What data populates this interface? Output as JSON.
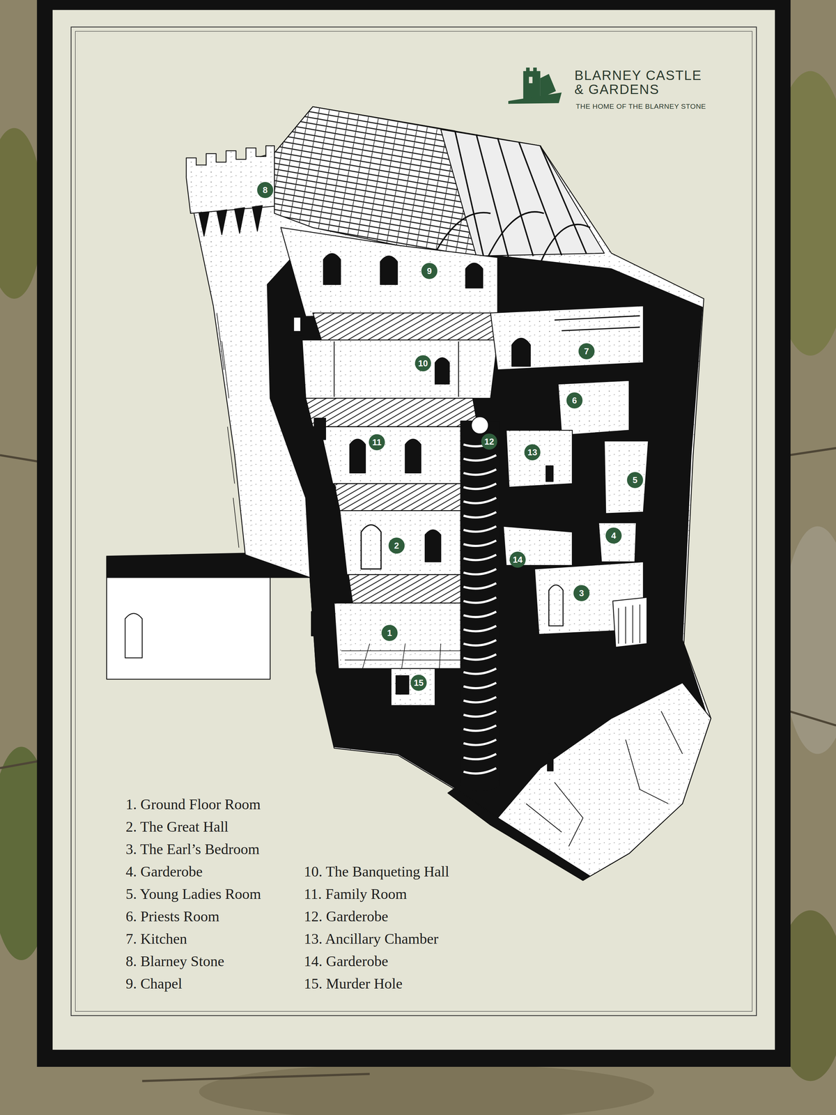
{
  "diagram": {
    "title": "BLARNEY CASTLE & GARDENS",
    "nodes": [
      {
        "text": [
          "8"
        ]
      },
      {
        "text": [
          "9"
        ]
      },
      {
        "text": [
          "7"
        ]
      },
      {
        "text": [
          "10"
        ]
      },
      {
        "text": [
          "6"
        ]
      },
      {
        "text": [
          "12"
        ]
      },
      {
        "text": [
          "11"
        ]
      },
      {
        "text": [
          "13"
        ]
      },
      {
        "text": [
          "5"
        ]
      },
      {
        "text": [
          "4"
        ]
      },
      {
        "text": [
          "2"
        ]
      },
      {
        "text": [
          "14"
        ]
      },
      {
        "text": [
          "3"
        ]
      },
      {
        "text": [
          "1"
        ]
      },
      {
        "text": [
          "15"
        ]
      }
    ],
    "labels": [
      "THE HOME OF THE BLARNEY STONE",
      "1. Ground Floor Room",
      "2. The Great Hall",
      "3. The Earl’s Bedroom",
      "4. Garderobe",
      "5. Young Ladies Room",
      "6. Priests Room",
      "7. Kitchen",
      "8. Blarney Stone",
      "9. Chapel",
      "10. The Banqueting Hall",
      "11. Family Room",
      "12. Garderobe",
      "13. Ancillary Chamber",
      "14. Garderobe",
      "15. Murder Hole"
    ]
  }
}
